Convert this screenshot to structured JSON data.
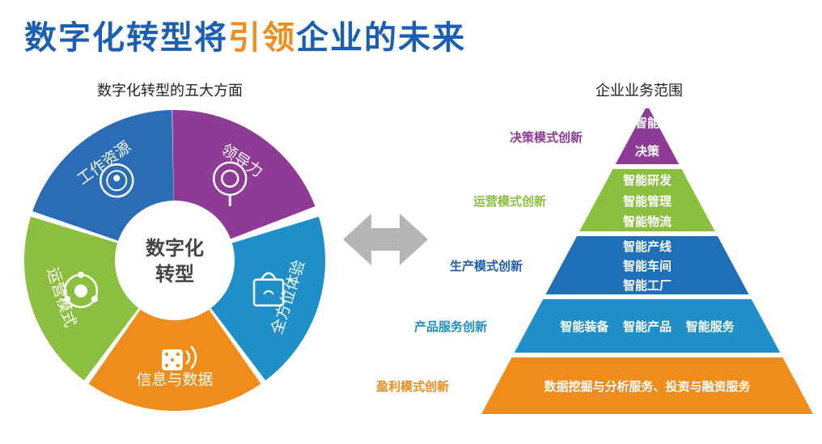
{
  "title": {
    "main": "数字化转型将",
    "highlight": "引领",
    "rest": "企业的未来"
  },
  "wheel": {
    "subtitle": "数字化转型的五大方面",
    "center_line1": "数字化",
    "center_line2": "转型",
    "segments": [
      {
        "label": "领导力",
        "color": "#8e3b96",
        "icon": "lightbulb-icon"
      },
      {
        "label": "全方位体验",
        "color": "#1e8fc9",
        "icon": "shopping-bag-icon"
      },
      {
        "label": "信息与数据",
        "color": "#f08c1a",
        "icon": "data-dice-icon"
      },
      {
        "label": "运营模式",
        "color": "#8cbf3f",
        "icon": "network-hub-icon"
      },
      {
        "label": "工作资源",
        "color": "#2a6cb6",
        "icon": "people-circle-icon"
      }
    ]
  },
  "pyramid": {
    "subtitle": "企业业务范围",
    "tiers": [
      {
        "name": "决策模式创新",
        "name_color": "#8e3b96",
        "color": "#8e3b96",
        "items": [
          "智能",
          "决策"
        ]
      },
      {
        "name": "运营模式创新",
        "name_color": "#8cbf3f",
        "color": "#8cbf3f",
        "items": [
          "智能研发",
          "智能管理",
          "智能物流"
        ]
      },
      {
        "name": "生产模式创新",
        "name_color": "#1e5fb0",
        "color": "#1e6fb8",
        "items": [
          "智能产线",
          "智能车间",
          "智能工厂"
        ]
      },
      {
        "name": "产品服务创新",
        "name_color": "#1e8fc9",
        "color": "#1e8fc9",
        "items": [
          "智能装备",
          "智能产品",
          "智能服务"
        ]
      },
      {
        "name": "盈利模式创新",
        "name_color": "#f08c1a",
        "color": "#f08c1a",
        "items": [
          "数据挖掘与分析服务、投资与融资服务"
        ]
      }
    ]
  },
  "arrow": {
    "color": "#b5b5b5",
    "icon": "double-arrow-icon"
  }
}
